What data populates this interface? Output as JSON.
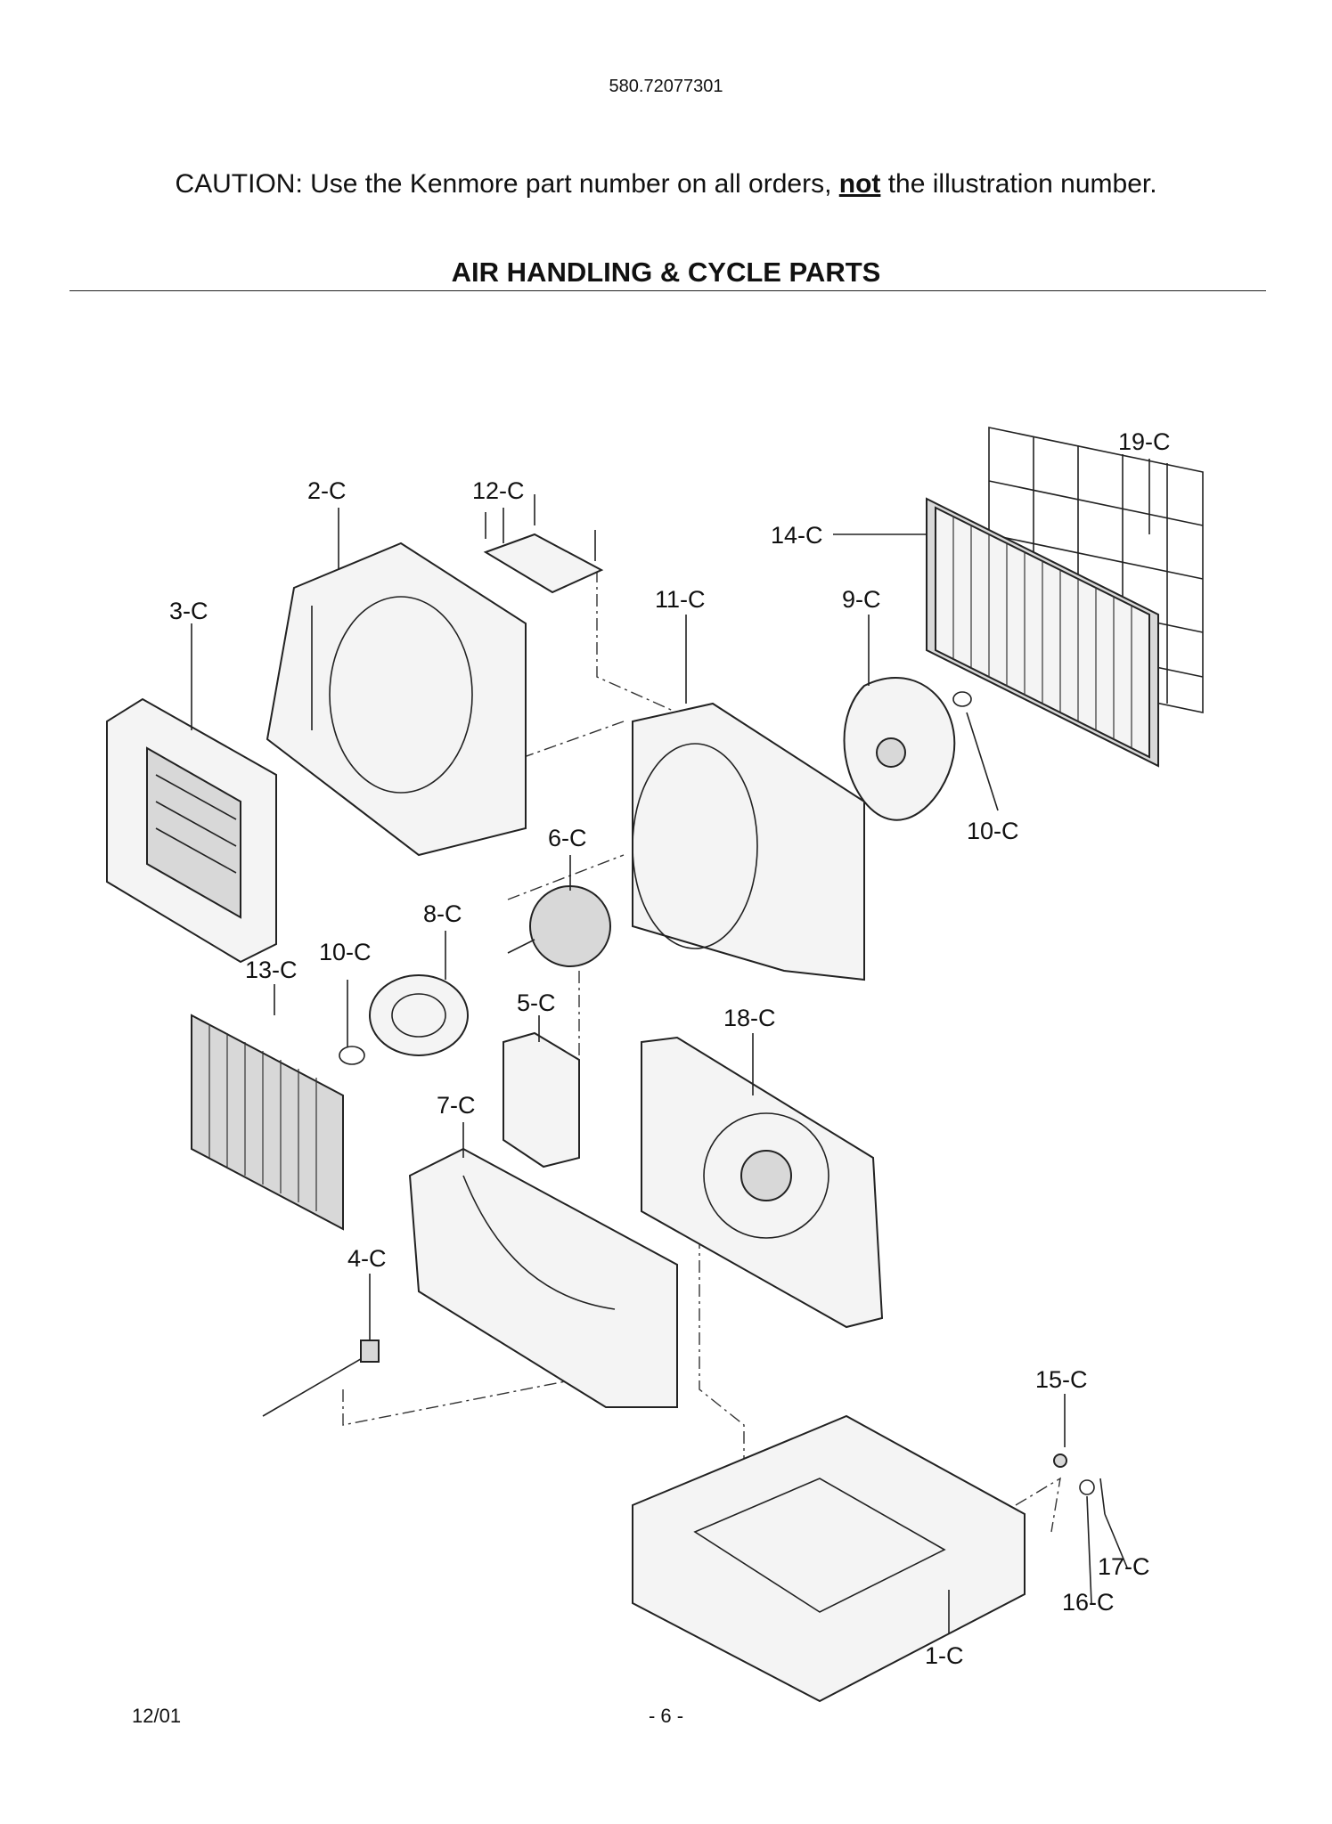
{
  "header": {
    "model_number": "580.72077301",
    "caution_prefix": "CAUTION: Use the Kenmore part number on all orders, ",
    "caution_emphasis": "not",
    "caution_suffix": " the illustration number.",
    "section_title": "AIR HANDLING & CYCLE PARTS"
  },
  "callouts": {
    "c19": "19-C",
    "c2": "2-C",
    "c12": "12-C",
    "c14": "14-C",
    "c3": "3-C",
    "c11": "11-C",
    "c9": "9-C",
    "c10a": "10-C",
    "c6": "6-C",
    "c8": "8-C",
    "c10b": "10-C",
    "c13": "13-C",
    "c5": "5-C",
    "c18": "18-C",
    "c7": "7-C",
    "c4": "4-C",
    "c15": "15-C",
    "c17": "17-C",
    "c16": "16-C",
    "c1": "1-C"
  },
  "footer": {
    "date": "12/01",
    "page": "- 6 -"
  }
}
